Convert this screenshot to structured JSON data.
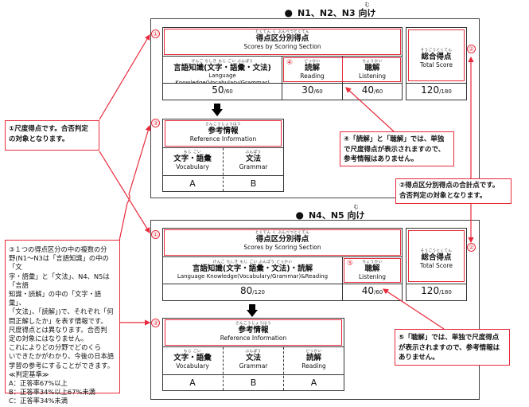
{
  "sections": [
    {
      "title": "N1、N2、N3 向け",
      "title_prefix": "N1、N2、N3",
      "title_suffix": "向け",
      "title_ruby": "む",
      "scores_header": {
        "furigana": "とくてん く ぶんべつとくてん",
        "jp": "得点区分別得点",
        "en": "Scores by Scoring Section"
      },
      "columns": [
        {
          "furigana": "げんご ちしき もじ ごい ぶんぽう",
          "jp": "言語知識(文字・語彙・文法)",
          "en": "Language Knowledge(Vocabulary/Grammar)",
          "score": "50",
          "max": "/60"
        },
        {
          "marker": "④",
          "furigana": "どっかい",
          "jp": "読解",
          "en": "Reading",
          "score": "30",
          "max": "/60"
        },
        {
          "furigana": "ちょうかい",
          "jp": "聴解",
          "en": "Listening",
          "score": "40",
          "max": "/60"
        }
      ],
      "total": {
        "furigana": "そうごうとくてん",
        "jp": "総合得点",
        "en": "Total Score",
        "score": "120",
        "max": "/180"
      },
      "reference": {
        "furigana": "さんこうじょうほう",
        "jp": "参考情報",
        "en": "Reference Information",
        "columns": [
          {
            "furigana": "もじ ごい",
            "jp": "文字・語彙",
            "en": "Vocabulary",
            "grade": "A"
          },
          {
            "furigana": "ぶんぽう",
            "jp": "文法",
            "en": "Grammar",
            "grade": "B"
          }
        ]
      }
    },
    {
      "title": "N4、N5 向け",
      "title_prefix": "N4、N5",
      "title_suffix": "向け",
      "title_ruby": "む",
      "scores_header": {
        "furigana": "とくてん く ぶんべつとくてん",
        "jp": "得点区分別得点",
        "en": "Scores by Scoring Section"
      },
      "columns": [
        {
          "furigana": "げんご ちしき もじ ごい ぶんぽう どっかい",
          "jp": "言語知識(文字・語彙・文法)・読解",
          "en": "Language Knowledge(Vocabulary/Grammar)&Reading",
          "score": "80",
          "max": "/120"
        },
        {
          "marker": "⑤",
          "furigana": "ちょうかい",
          "jp": "聴解",
          "en": "Listening",
          "score": "40",
          "max": "/60"
        }
      ],
      "total": {
        "furigana": "そうごうとくてん",
        "jp": "総合得点",
        "en": "Total Score",
        "score": "120",
        "max": "/180"
      },
      "reference": {
        "furigana": "さんこうじょうほう",
        "jp": "参考情報",
        "en": "Reference Information",
        "columns": [
          {
            "furigana": "もじ ごい",
            "jp": "文字・語彙",
            "en": "Vocabulary",
            "grade": "A"
          },
          {
            "furigana": "ぶんぽう",
            "jp": "文法",
            "en": "Grammar",
            "grade": "B"
          },
          {
            "furigana": "どっかい",
            "jp": "読解",
            "en": "Reading",
            "grade": "A"
          }
        ]
      }
    }
  ],
  "markers": {
    "one": "①",
    "two": "②",
    "three": "③"
  },
  "notes": {
    "note1": [
      "①尺度得点です。合否判定",
      "の対象となります。"
    ],
    "note2": [
      "②得点区分別得点の合計点です。",
      "合否判定の対象となります。"
    ],
    "note3": [
      "③１つの得点区分の中の複数の分",
      "野(N1～N3は「言語知識」の中の「文",
      "字・語彙」と「文法」、N4、N5は「言語",
      "知識・読解」の中の「文字・語彙」、",
      "「文法」、「読解」)で、それぞれ「何",
      "問正解したか」を表す情報です。",
      "尺度得点とは異なります。合否判",
      "定の対象にはなりません。",
      "これによりどの分野でどのくら",
      "いできたかがわかり、今後の日本語",
      "学習の参考にすることができます。",
      "≪判定基準≫",
      "A：正答率67%以上",
      "B：正答率34%以上67%未満",
      "C：正答率34%未満"
    ],
    "note4": [
      "④「読解」と「聴解」では、単独",
      "で尺度得点が表示されますので、",
      "参考情報はありません。"
    ],
    "note5": [
      "⑤「聴解」では、単独で尺度得点",
      "が表示されますので、参考情報は",
      "ありません。"
    ]
  },
  "colors": {
    "accent_red": "#e8293a",
    "border": "#333333"
  }
}
